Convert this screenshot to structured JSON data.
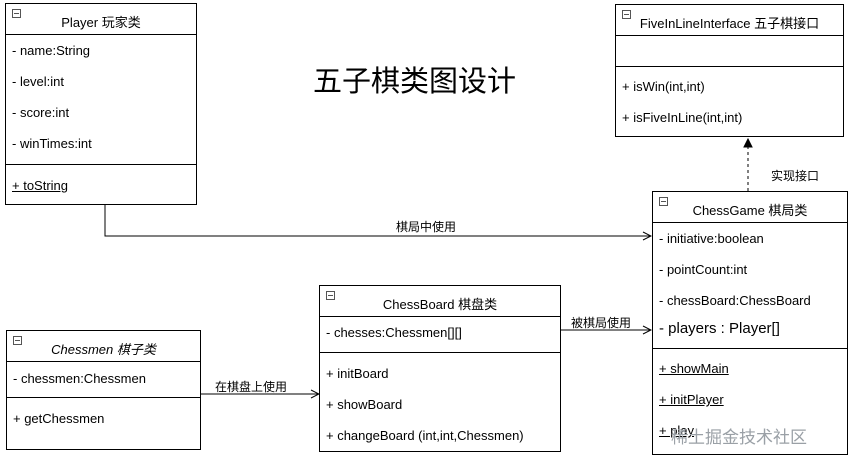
{
  "title": "五子棋类图设计",
  "player": {
    "name": "Player  玩家类",
    "attributes": [
      "- name:String",
      "- level:int",
      "- score:int",
      "- winTimes:int"
    ],
    "methods": [
      "+ toString"
    ]
  },
  "interface": {
    "name": "FiveInLineInterface  五子棋接口",
    "methods": [
      "+ isWin(int,int)",
      "+ isFiveInLine(int,int)"
    ]
  },
  "chessgame": {
    "name": "ChessGame  棋局类",
    "attributes": [
      "- initiative:boolean",
      "- pointCount:int",
      "- chessBoard:ChessBoard",
      "-  players : Player[]"
    ],
    "methods": [
      "+ showMain",
      "+ initPlayer",
      "+ play"
    ]
  },
  "chessboard": {
    "name": "ChessBoard 棋盘类",
    "attributes": [
      "- chesses:Chessmen[][]"
    ],
    "methods": [
      "+ initBoard",
      "+ showBoard",
      "+ changeBoard (int,int,Chessmen)"
    ]
  },
  "chessmen": {
    "name": "Chessmen 棋子类",
    "attributes": [
      "-  chessmen:Chessmen"
    ],
    "methods": [
      "+  getChessmen"
    ]
  },
  "relations": {
    "implements": "实现接口",
    "player_game": "棋局中使用",
    "board_game": "被棋局使用",
    "chessmen_board": "在棋盘上使用"
  },
  "watermark": "稀土掘金技术社区"
}
